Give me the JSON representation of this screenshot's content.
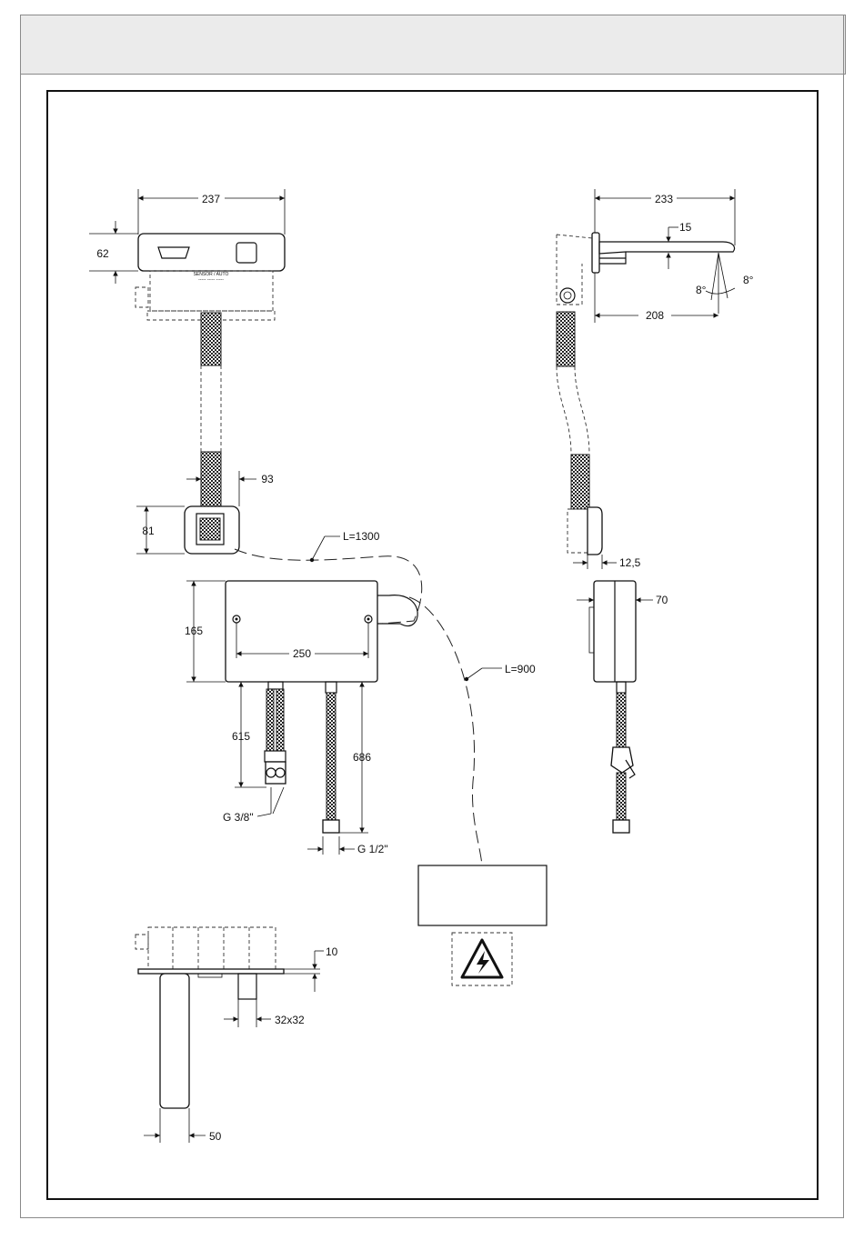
{
  "dimensions": {
    "faceplate_width": "237",
    "faceplate_height": "62",
    "spout_projection": "233",
    "outlet_drop": "15",
    "spray_angle_left": "8°",
    "spray_angle_right": "8°",
    "outlet_reach": "208",
    "sensor_width": "93",
    "sensor_height": "81",
    "sensor_cable_length": "L=1300",
    "supply_cable_length": "L=900",
    "box_height": "165",
    "box_mount_spacing": "250",
    "box_depth": "70",
    "sensor_plate_thickness": "12,5",
    "hose_length_inlet": "615",
    "hose_length_outlet": "686",
    "inlet_thread": "G 3/8\"",
    "outlet_thread": "G 1/2\"",
    "plate_thickness": "10",
    "tube_section": "32x32",
    "spout_width": "50"
  },
  "colors": {
    "line": "#111111",
    "header_band": "#ebebeb",
    "frame": "#8a8a8a"
  },
  "icons": {
    "electrical_warning": "high-voltage-warning-icon"
  }
}
